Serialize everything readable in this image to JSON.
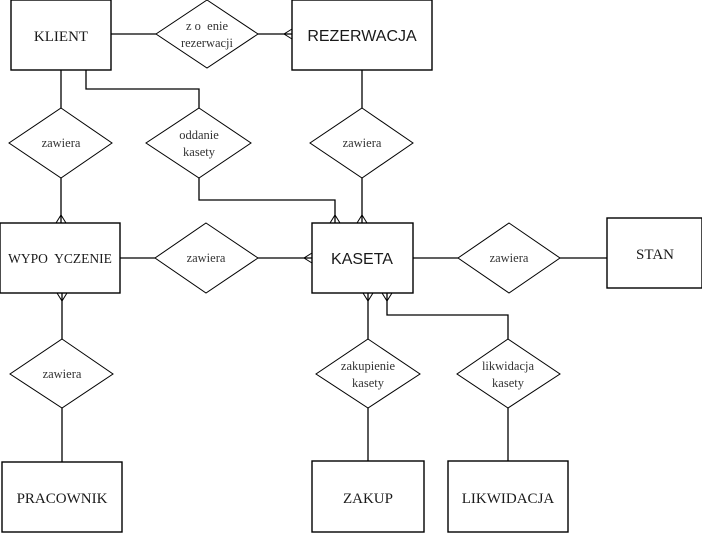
{
  "diagram": {
    "type": "entity-relationship",
    "entities": {
      "klient": "KLIENT",
      "rezerwacja": "REZERWACJA",
      "wypozyczenie": "WYPO  YCZENIE",
      "kaseta": "KASETA",
      "stan": "STAN",
      "pracownik": "PRACOWNIK",
      "zakup": "ZAKUP",
      "likwidacja": "LIKWIDACJA"
    },
    "relationships": {
      "zlozenie_rezerwacji": [
        "z o  enie",
        "rezerwacji"
      ],
      "klient_wypozyczenie": [
        "zawiera"
      ],
      "oddanie_kasety": [
        "oddanie",
        "kasety"
      ],
      "rezerwacja_kaseta": [
        "zawiera"
      ],
      "wypozyczenie_kaseta": [
        "zawiera"
      ],
      "kaseta_stan": [
        "zawiera"
      ],
      "wypozyczenie_pracownik": [
        "zawiera"
      ],
      "zakupienie_kasety": [
        "zakupienie",
        "kasety"
      ],
      "likwidacja_kasety": [
        "likwidacja",
        "kasety"
      ]
    },
    "connections": [
      {
        "from": "KLIENT",
        "via": "złożenie rezerwacji",
        "to": "REZERWACJA",
        "to_cardinality": "many"
      },
      {
        "from": "KLIENT",
        "via": "zawiera",
        "to": "WYPOŻYCZENIE",
        "to_cardinality": "many"
      },
      {
        "from": "KLIENT",
        "via": "oddanie kasety",
        "to": "KASETA",
        "to_cardinality": "many"
      },
      {
        "from": "REZERWACJA",
        "via": "zawiera",
        "to": "KASETA",
        "to_cardinality": "many"
      },
      {
        "from": "WYPOŻYCZENIE",
        "via": "zawiera",
        "to": "KASETA",
        "to_cardinality": "many"
      },
      {
        "from": "KASETA",
        "via": "zawiera",
        "to": "STAN"
      },
      {
        "from": "WYPOŻYCZENIE",
        "via": "zawiera",
        "to": "PRACOWNIK",
        "from_cardinality": "many"
      },
      {
        "from": "KASETA",
        "via": "zakupienie kasety",
        "to": "ZAKUP",
        "from_cardinality": "many"
      },
      {
        "from": "KASETA",
        "via": "likwidacja kasety",
        "to": "LIKWIDACJA",
        "from_cardinality": "many"
      }
    ]
  }
}
